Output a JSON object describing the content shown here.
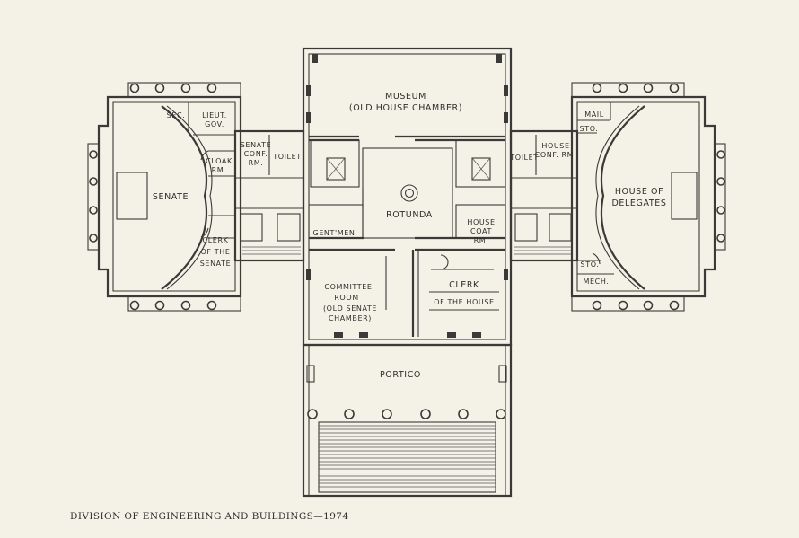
{
  "rooms": {
    "museum": "MUSEUM",
    "museum_sub": "(OLD HOUSE CHAMBER)",
    "sec": "SEC.",
    "lieut_gov_1": "LIEUT.",
    "lieut_gov_2": "GOV.",
    "senate_conf_1": "SENATE",
    "senate_conf_2": "CONF.",
    "senate_conf_3": "RM.",
    "toilet_left": "TOILET",
    "cloak_1": "CLOAK",
    "cloak_2": "RM.",
    "senate": "SENATE",
    "rotunda": "ROTUNDA",
    "gentmen": "GENT'MEN",
    "clerk_senate_1": "CLERK",
    "clerk_senate_2": "OF THE",
    "clerk_senate_3": "SENATE",
    "committee_1": "COMMITTEE",
    "committee_2": "ROOM",
    "committee_3": "(OLD SENATE",
    "committee_4": "CHAMBER)",
    "house_coat_1": "HOUSE",
    "house_coat_2": "COAT",
    "house_coat_3": "RM.",
    "clerk_house_1": "CLERK",
    "clerk_house_2": "OF THE HOUSE",
    "mail": "MAIL",
    "sto_top": "STO.",
    "house_conf_1": "HOUSE",
    "house_conf_2": "CONF. RM.",
    "toilet_right": "TOILET",
    "house_delegates_1": "HOUSE OF",
    "house_delegates_2": "DELEGATES",
    "sto_bottom": "STO.",
    "mech": "MECH.",
    "portico": "PORTICO"
  },
  "footer": "DIVISION OF ENGINEERING AND BUILDINGS—1974"
}
